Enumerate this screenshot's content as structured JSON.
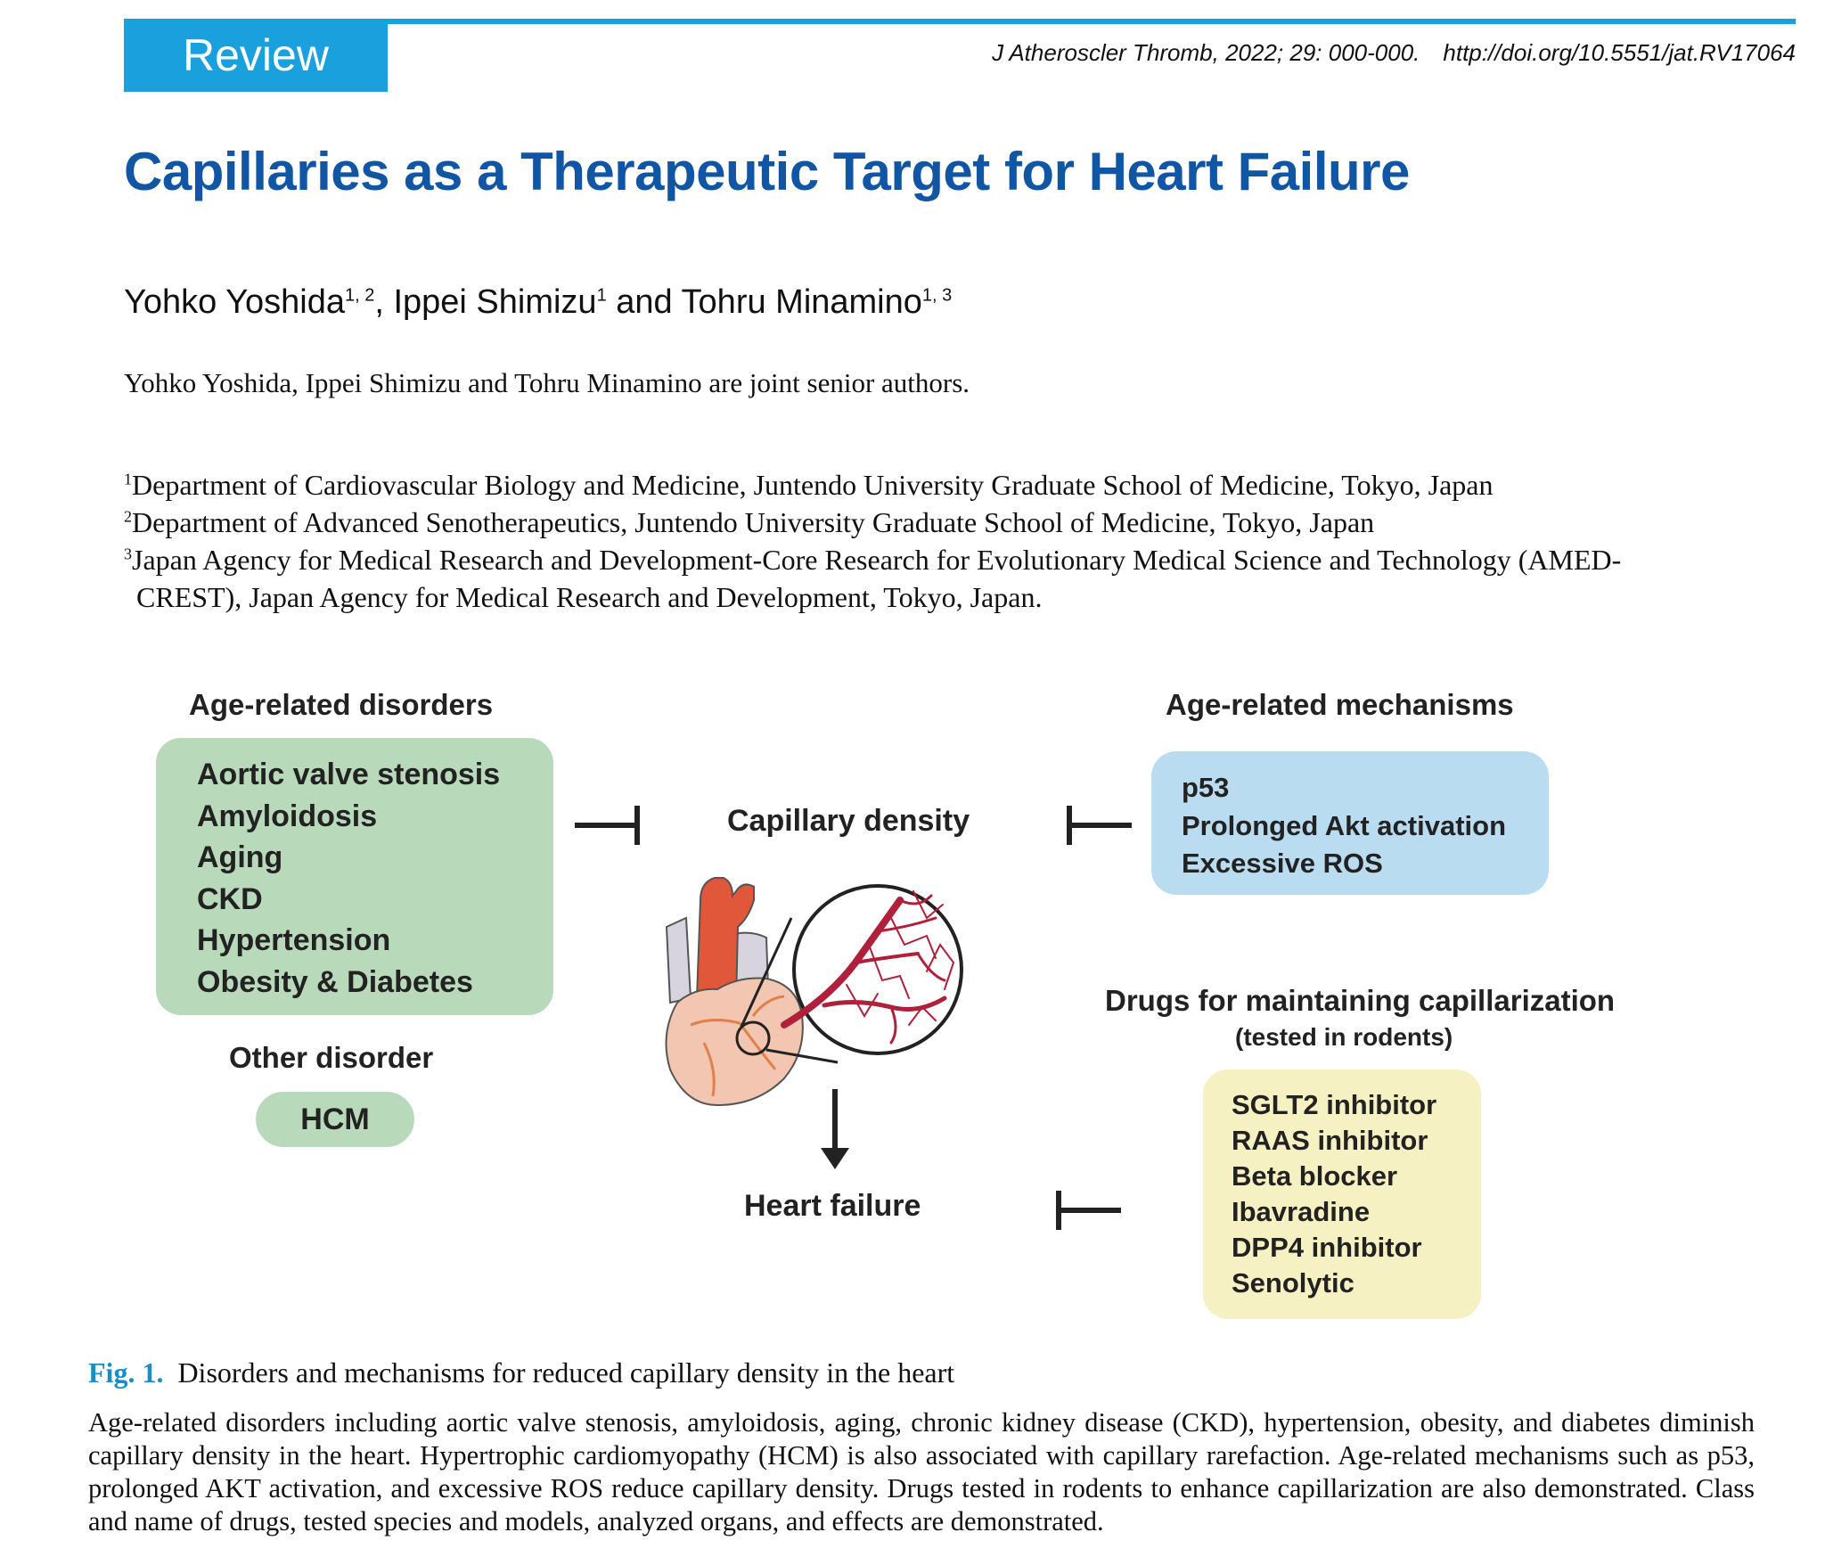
{
  "header": {
    "tab_label": "Review",
    "journal_ref": "J Atheroscler Thromb, 2022; 29: 000-000.",
    "doi": "http://doi.org/10.5551/jat.RV17064"
  },
  "title": "Capillaries as a Therapeutic Target for Heart Failure",
  "authors": [
    {
      "name": "Yohko Yoshida",
      "sup": "1, 2",
      "sep": ", "
    },
    {
      "name": "Ippei Shimizu",
      "sup": "1",
      "sep": " and "
    },
    {
      "name": "Tohru Minamino",
      "sup": "1, 3",
      "sep": ""
    }
  ],
  "joint_note": "Yohko Yoshida, Ippei Shimizu and Tohru Minamino are joint senior authors.",
  "affiliations": [
    {
      "num": "1",
      "text": "Department of Cardiovascular Biology and Medicine, Juntendo University Graduate School of Medicine, Tokyo, Japan"
    },
    {
      "num": "2",
      "text": "Department of Advanced Senotherapeutics, Juntendo University Graduate School of Medicine, Tokyo, Japan"
    },
    {
      "num": "3",
      "text": "Japan Agency for Medical Research and Development-Core Research for Evolutionary Medical Science and Technology (AMED-",
      "cont": "CREST), Japan Agency for Medical Research and Development, Tokyo, Japan."
    }
  ],
  "figure": {
    "age_disorders_heading": "Age-related disorders",
    "age_disorders": [
      "Aortic valve stenosis",
      "Amyloidosis",
      "Aging",
      "CKD",
      "Hypertension",
      "Obesity & Diabetes"
    ],
    "other_disorder_heading": "Other disorder",
    "other_disorder": "HCM",
    "capillary_density": "Capillary density",
    "heart_failure": "Heart failure",
    "mechanisms_heading": "Age-related mechanisms",
    "mechanisms": [
      "p53",
      "Prolonged Akt activation",
      "Excessive ROS"
    ],
    "drugs_heading": "Drugs for maintaining capillarization",
    "drugs_subheading": "(tested in rodents)",
    "drugs": [
      "SGLT2 inhibitor",
      "RAAS inhibitor",
      "Beta blocker",
      "Ibavradine",
      "DPP4 inhibitor",
      "Senolytic"
    ],
    "colors": {
      "green": "#b9d9bb",
      "blue": "#badcf0",
      "yellow": "#f5f1c2",
      "vessel": "#b0203a"
    }
  },
  "caption": {
    "label": "Fig. 1.",
    "title": "Disorders and mechanisms for reduced capillary density in the heart",
    "body": "Age-related disorders including aortic valve stenosis, amyloidosis, aging, chronic kidney disease (CKD), hypertension, obesity, and diabetes diminish capillary density in the heart. Hypertrophic cardiomyopathy (HCM) is also associated with capillary rarefaction. Age-related mechanisms such as p53, prolonged AKT activation, and excessive ROS reduce capillary density. Drugs tested in rodents to enhance capillarization are also demonstrated. Class and name of drugs, tested species and models, analyzed organs, and effects are demonstrated."
  }
}
